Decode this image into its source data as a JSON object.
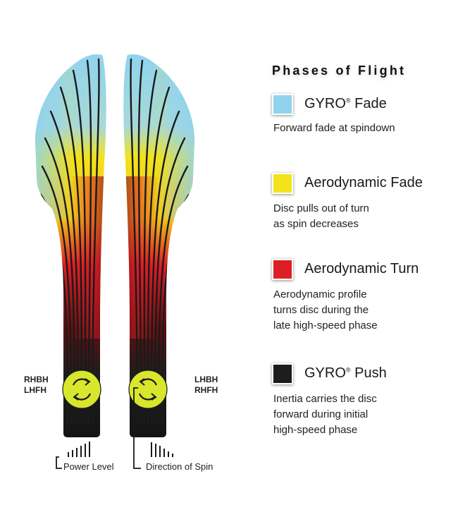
{
  "legend": {
    "title": "Phases of Flight",
    "items": [
      {
        "key": "gyro_fade",
        "name": "GYRO",
        "sup": "®",
        "name_rest": " Fade",
        "color": "#8fd3ee",
        "desc": [
          "Forward fade at spindown"
        ]
      },
      {
        "key": "aero_fade",
        "name": "Aerodynamic Fade",
        "sup": "",
        "name_rest": "",
        "color": "#f3e31a",
        "desc": [
          "Disc pulls out of turn",
          "as spin decreases"
        ]
      },
      {
        "key": "aero_turn",
        "name": "Aerodynamic Turn",
        "sup": "",
        "name_rest": "",
        "color": "#dd1e26",
        "desc": [
          "Aerodynamic profile",
          "turns disc during the",
          "late high-speed phase"
        ]
      },
      {
        "key": "gyro_push",
        "name": "GYRO",
        "sup": "®",
        "name_rest": " Push",
        "color": "#1d1d1d",
        "desc": [
          "Inertia carries the disc",
          "forward during initial",
          "high-speed phase"
        ]
      }
    ]
  },
  "paths": {
    "left": {
      "labels": [
        "RHBH",
        "LHFH"
      ],
      "spin": "clockwise-arrows-icon"
    },
    "right": {
      "labels": [
        "LHBH",
        "RHFH"
      ],
      "spin": "counterclockwise-arrows-icon"
    }
  },
  "axes": {
    "power_level": "Power Level",
    "direction_of_spin": "Direction of Spin"
  },
  "colors": {
    "sky": "#8fd3ee",
    "yellow": "#f3e31a",
    "red": "#dd1e26",
    "black": "#1d1d1d",
    "spin_disc": "#d8e62c"
  }
}
